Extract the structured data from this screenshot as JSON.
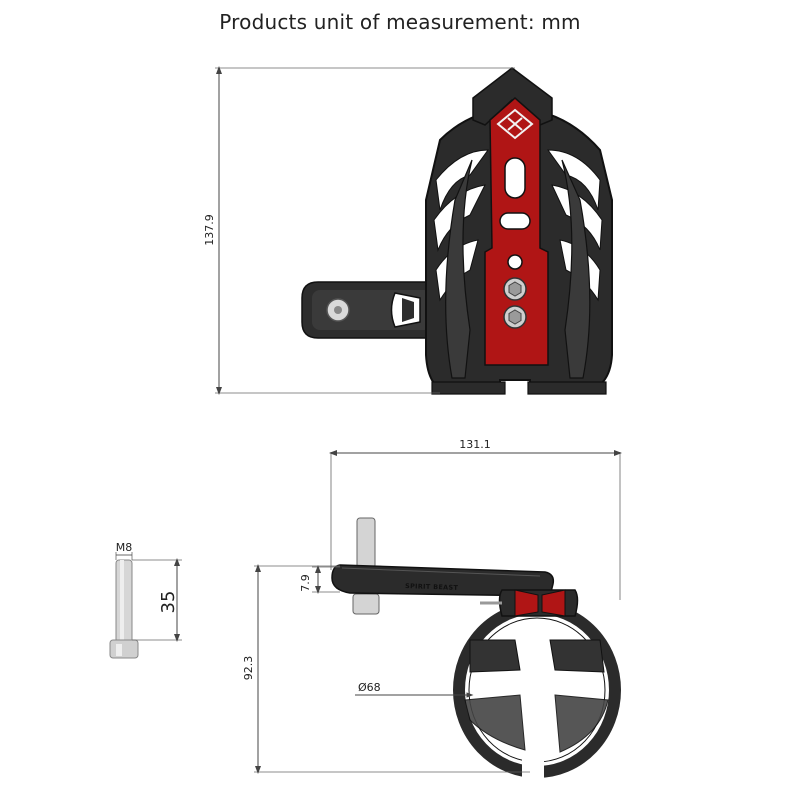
{
  "title": "Products unit of measurement: mm",
  "dimensions": {
    "height_label": "137.9",
    "width_label": "131.1",
    "plate_label": "7.9",
    "clamp_height_label": "92.3",
    "diameter_label": "Ø68",
    "bolt_thread_label": "M8",
    "bolt_length_label": "35"
  },
  "brand_label": "SPIRIT BEAST",
  "colors": {
    "cage_black": "#2b2b2b",
    "accent_red": "#b01515",
    "dimension_line": "#444444"
  }
}
